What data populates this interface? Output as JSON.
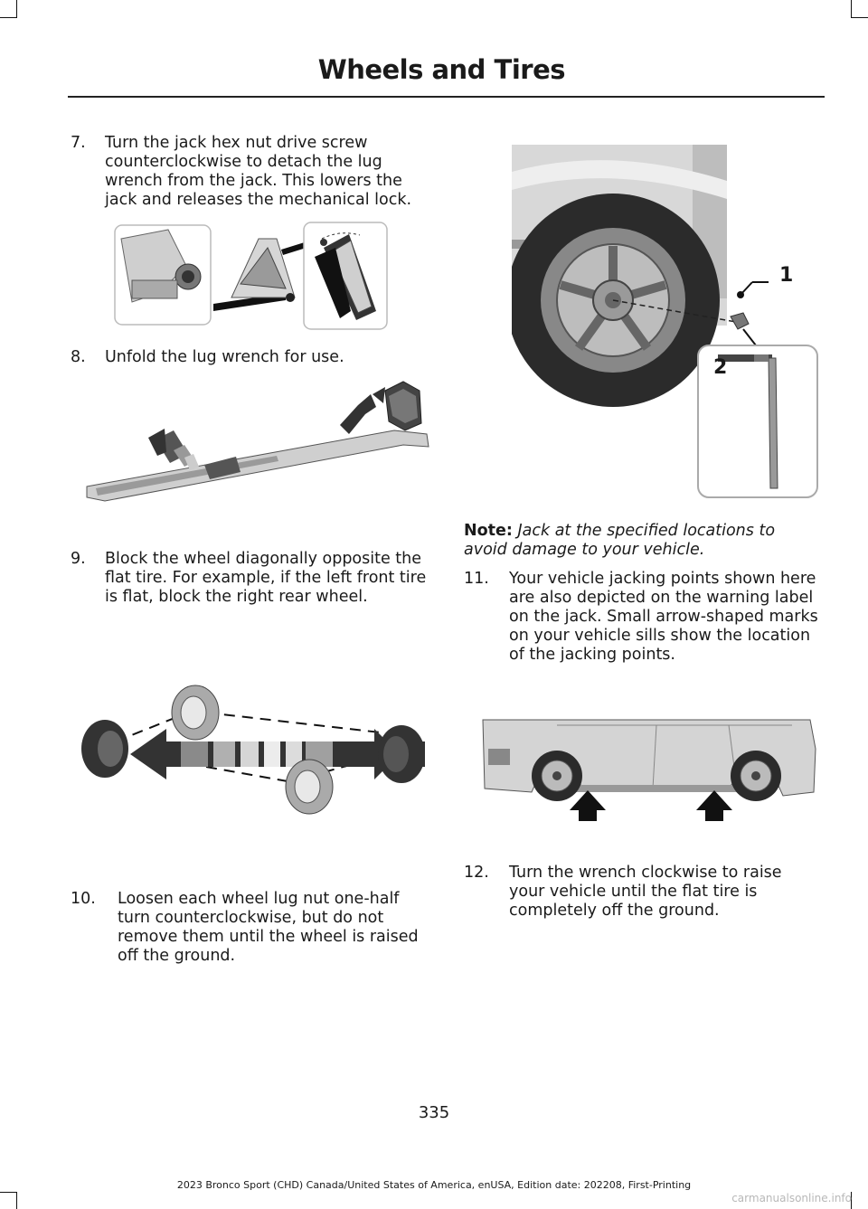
{
  "header": {
    "title": "Wheels and Tires"
  },
  "steps": {
    "s7": {
      "number": "7.",
      "text": "Turn the jack hex nut drive screw counterclockwise to detach the lug wrench from the jack. This lowers the jack and releases the mechanical lock."
    },
    "s8": {
      "number": "8.",
      "text": "Unfold the lug wrench for use."
    },
    "s9": {
      "number": "9.",
      "text": "Block the wheel diagonally opposite the flat tire. For example, if the left front tire is flat, block the right rear wheel."
    },
    "s10": {
      "number": "10.",
      "text": "Loosen each wheel lug nut one-half turn counterclockwise, but do not remove them until the wheel is raised off the ground."
    },
    "s11": {
      "number": "11.",
      "text": "Your vehicle jacking points shown here are also depicted on the warning label on the jack. Small arrow-shaped marks on your vehicle sills show the location of the jacking points."
    },
    "s12": {
      "number": "12.",
      "text": "Turn the wrench clockwise to raise your vehicle until the flat tire is completely off the ground."
    }
  },
  "note": {
    "label": "Note:",
    "text": "Jack at the specified locations to avoid damage to your vehicle."
  },
  "figure_callouts": {
    "one": "1",
    "two": "2"
  },
  "page_number": "335",
  "footer": "2023 Bronco Sport (CHD) Canada/United States of America, enUSA, Edition date: 202208, First-Printing",
  "watermark": "carmanualsonline.info"
}
